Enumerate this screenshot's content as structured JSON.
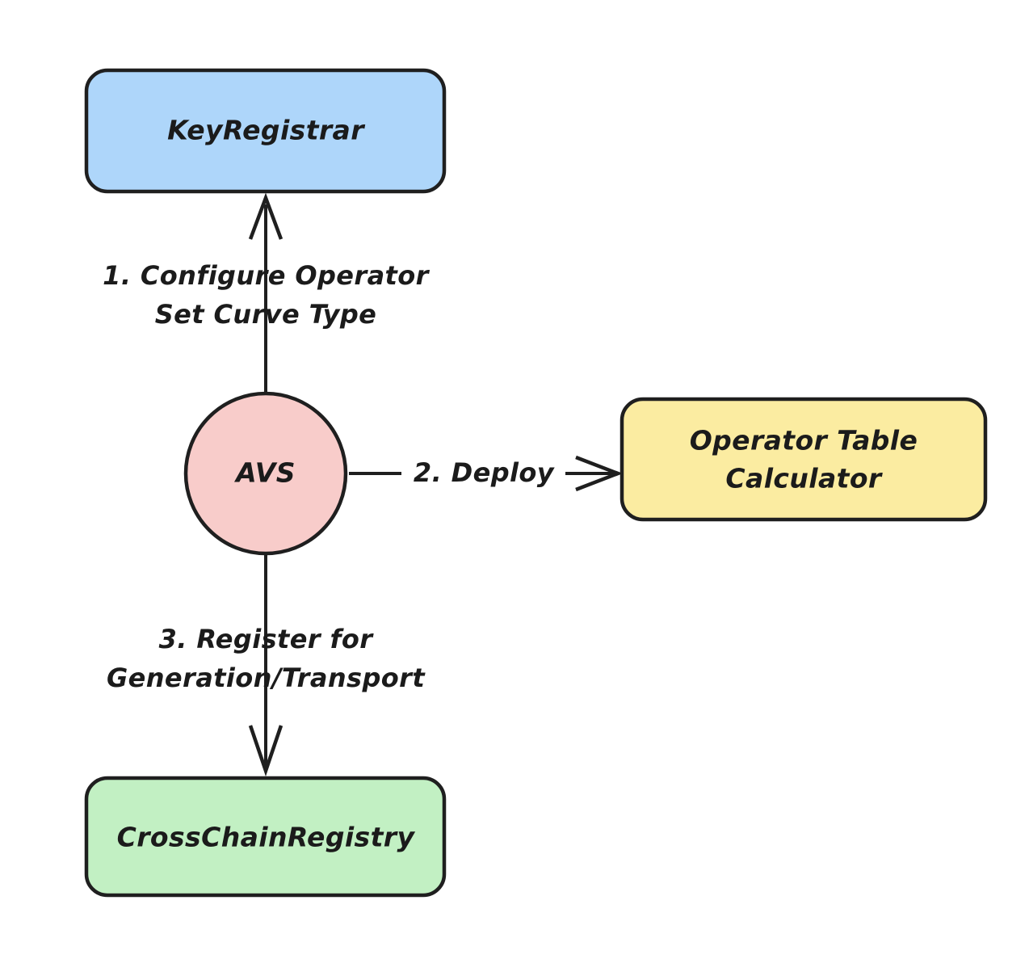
{
  "diagram": {
    "type": "flowchart",
    "direction": "top-to-bottom",
    "background": "#ffffff",
    "stroke_color": "#1f1f1f",
    "text_color": "#1b1b1b",
    "nodes": [
      {
        "id": "key-registrar",
        "label": "KeyRegistrar",
        "shape": "rounded-rectangle",
        "fill": "#aed6fa",
        "border": "#1f1f1f"
      },
      {
        "id": "avs",
        "label": "AVS",
        "shape": "circle",
        "fill": "#f8ccca",
        "border": "#1f1f1f"
      },
      {
        "id": "operator-table-calculator",
        "label_line1": "Operator Table",
        "label_line2": "Calculator",
        "shape": "rounded-rectangle",
        "fill": "#fbeca1",
        "border": "#1f1f1f"
      },
      {
        "id": "cross-chain-registry",
        "label": "CrossChainRegistry",
        "shape": "rounded-rectangle",
        "fill": "#c2f0c3",
        "border": "#1f1f1f"
      }
    ],
    "edges": [
      {
        "id": "avs-to-key-registrar",
        "from": "avs",
        "to": "key-registrar",
        "direction": "up",
        "label_line1": "1. Configure Operator",
        "label_line2": "Set Curve Type"
      },
      {
        "id": "avs-to-operator-table-calculator",
        "from": "avs",
        "to": "operator-table-calculator",
        "direction": "right",
        "label_line1": "2. Deploy",
        "label_line2": ""
      },
      {
        "id": "avs-to-cross-chain-registry",
        "from": "avs",
        "to": "cross-chain-registry",
        "direction": "down",
        "label_line1": "3. Register for",
        "label_line2": "Generation/Transport"
      }
    ]
  }
}
